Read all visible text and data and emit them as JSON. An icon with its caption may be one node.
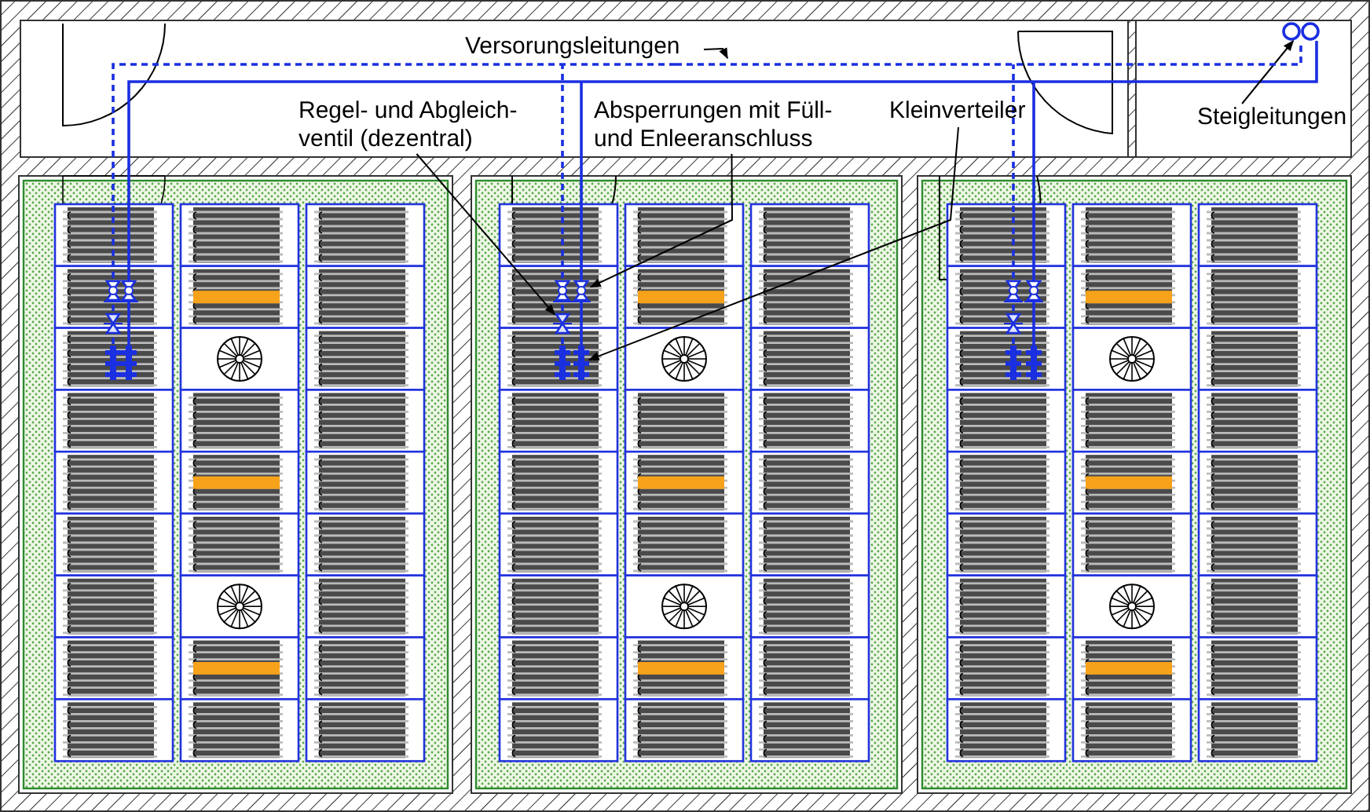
{
  "diagram": {
    "nodes": [
      {
        "text": [
          "Versorungsleitungen"
        ]
      },
      {
        "text": [
          "Regel- und Abgleich- ventil (dezentral)"
        ]
      },
      {
        "text": [
          "Absperrungen mit Füll- und Enleeranschluss"
        ]
      },
      {
        "text": [
          "Kleinverteiler"
        ]
      },
      {
        "text": [
          "Steigleitungen"
        ]
      },
      {
        "text": [],
        "shape": "picture"
      },
      {
        "text": [],
        "shape": "valve"
      },
      {
        "text": [],
        "shape": "picture"
      },
      {
        "text": [],
        "shape": "picture"
      },
      {
        "text": [],
        "shape": "picture"
      }
    ],
    "edges": [
      {
        "from": 0,
        "to": 5,
        "arrow": "to"
      },
      {
        "from": 1,
        "to": 6,
        "arrow": "to"
      },
      {
        "from": 2,
        "to": 7,
        "arrow": "to"
      },
      {
        "from": 3,
        "to": 8,
        "arrow": "to"
      },
      {
        "from": 4,
        "to": 9,
        "arrow": "to"
      },
      {
        "from": 5,
        "to": 9,
        "arrow": "none",
        "style": "dashed",
        "color": "#1a2fe0"
      }
    ]
  }
}
